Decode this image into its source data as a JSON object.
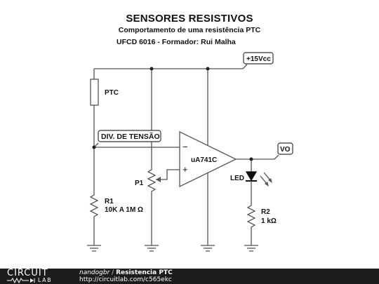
{
  "header": {
    "title": "SENSORES RESISTIVOS",
    "subtitle": "Comportamento de uma resistência PTC",
    "course": "UFCD 6016 - Formador: Rui Malha"
  },
  "labels": {
    "vcc": "+15Vcc",
    "ptc": "PTC",
    "divider": "DIV. DE TENSÃO",
    "opamp": "uA741C",
    "minus": "−",
    "plus": "+",
    "p1": "P1",
    "r1_name": "R1",
    "r1_value": "10K A 1M Ω",
    "vo": "VO",
    "led": "LED",
    "r2_name": "R2",
    "r2_value": "1 kΩ"
  },
  "footer": {
    "brand_top": "CIRCUIT",
    "brand_bottom": "LAB",
    "author": "nandogbr",
    "separator": "/",
    "project": "Resistencia PTC",
    "url": "http://circuitlab.com/c565ekc"
  }
}
